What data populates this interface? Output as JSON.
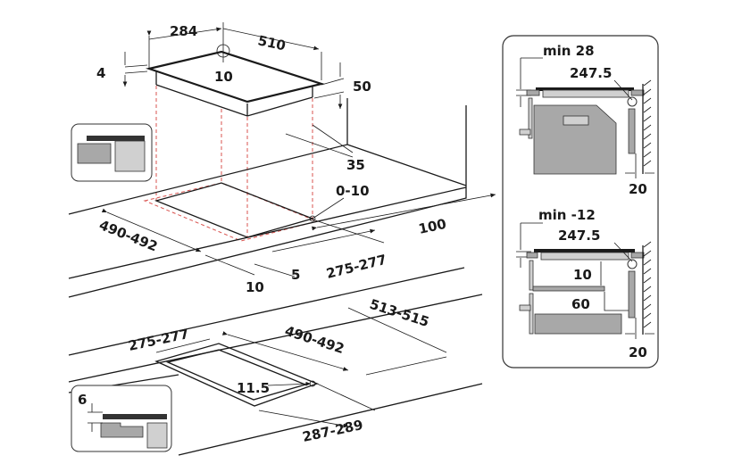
{
  "top_view": {
    "width_depth": "284",
    "width_length": "510",
    "glass_thickness": "4",
    "corner_radius": "10",
    "body_height": "50",
    "back_clearance": "35",
    "edge_gap": "0-10",
    "cutout_length": "490-492",
    "side_clearance": "100",
    "front_offset": "10",
    "inner_offset": "5",
    "cutout_depth": "275-277"
  },
  "flush_view": {
    "cutout_depth": "275-277",
    "cutout_length": "490-492",
    "outer_length": "513-515",
    "inner_radius": "11.5",
    "outer_depth": "287-289",
    "rebate_depth": "6"
  },
  "side_panel": {
    "oven": {
      "min_label": "min 28",
      "dim": "247.5",
      "wall_gap": "20"
    },
    "drawer": {
      "min_label": "min -12",
      "dim": "247.5",
      "gap_10": "10",
      "gap_60": "60",
      "wall_gap": "20"
    }
  },
  "colors": {
    "line": "#1a1a1a",
    "hidden": "#d9534f",
    "fill_gray": "#a8a8a8",
    "fill_light": "#d0d0d0"
  }
}
